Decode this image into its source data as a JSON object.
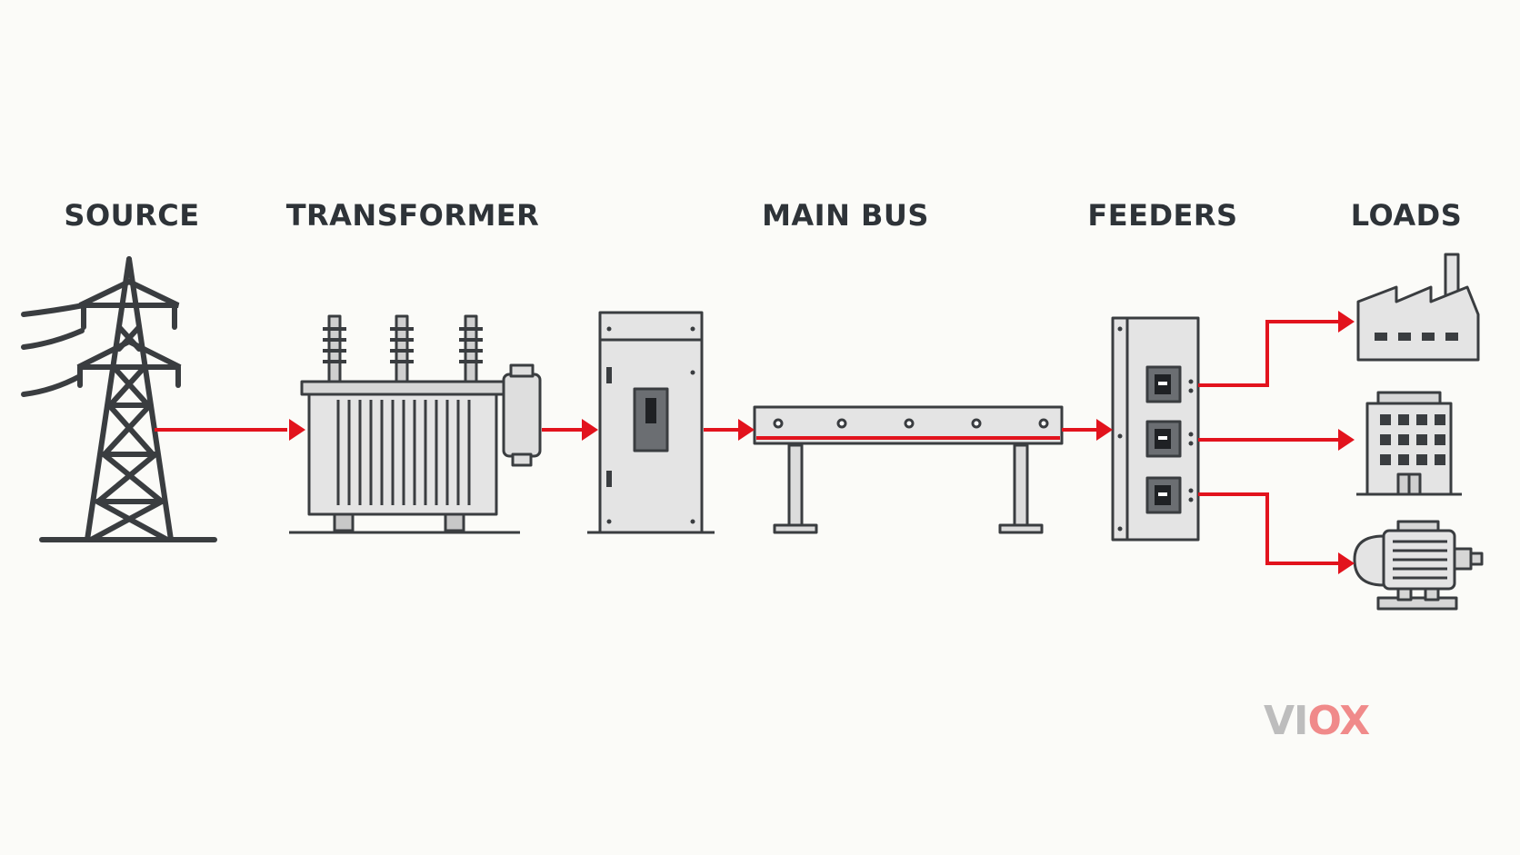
{
  "stages": [
    {
      "id": "source",
      "label": "SOURCE"
    },
    {
      "id": "transformer",
      "label": "TRANSFORMER"
    },
    {
      "id": "main_bus",
      "label": "MAIN BUS"
    },
    {
      "id": "feeders",
      "label": "FEEDERS"
    },
    {
      "id": "loads",
      "label": "LOADS"
    }
  ],
  "logo": {
    "text_left": "VI",
    "text_right": "OX"
  },
  "colors": {
    "flow": "#e2131d",
    "outline": "#3a3d40",
    "fill": "#e4e4e4",
    "text": "#2e3338",
    "logo_grey": "#bdbdbd",
    "logo_red": "#f08a8a"
  },
  "icons": [
    "transmission-tower-icon",
    "transformer-icon",
    "main-breaker-panel-icon",
    "busbar-icon",
    "feeder-panel-icon",
    "factory-icon",
    "office-building-icon",
    "motor-icon"
  ]
}
